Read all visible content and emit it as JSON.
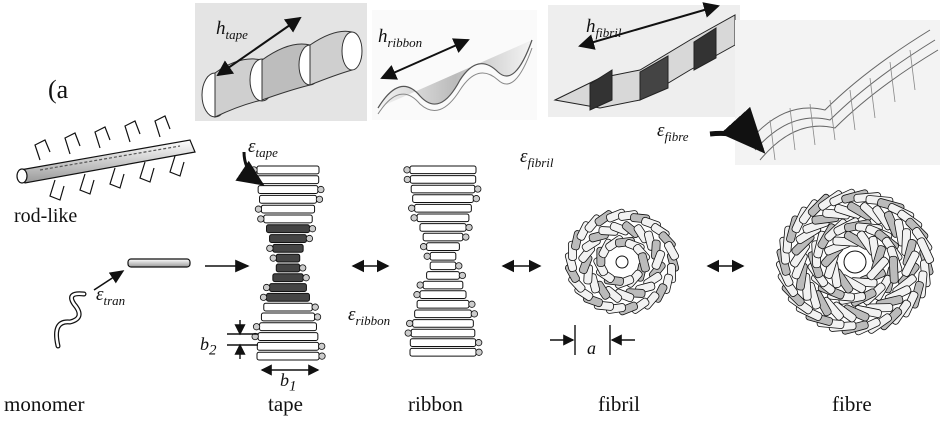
{
  "panel_label": "(a",
  "stages": {
    "monomer": "monomer",
    "tape": "tape",
    "ribbon": "ribbon",
    "fibril": "fibril",
    "fibre": "fibre"
  },
  "rod_like": "rod-like",
  "epsilon": {
    "symbol": "ε",
    "tran": "tran",
    "tape": "tape",
    "ribbon": "ribbon",
    "fibril": "fibril",
    "fibre": "fibre"
  },
  "heights": {
    "symbol": "h",
    "tape": "tape",
    "ribbon": "ribbon",
    "fibril": "fibril"
  },
  "dimensions": {
    "b": "b",
    "b1_sub": "1",
    "b2_sub": "2",
    "a": "a"
  },
  "arrow_glyph": "↔",
  "colors": {
    "ink": "#111111",
    "dark_fill": "#444444",
    "paper": "#ffffff",
    "shade": "#e6e6e6"
  }
}
